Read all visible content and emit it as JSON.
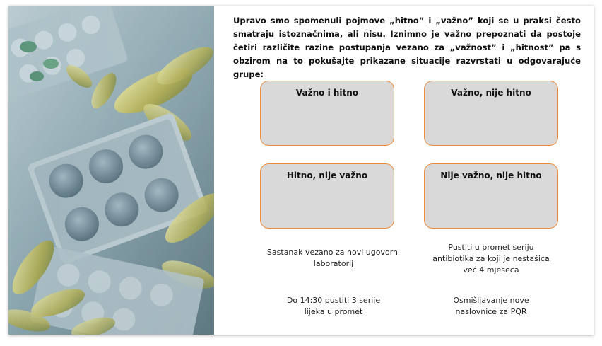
{
  "intro_text": "Upravo smo spomenuli pojmove „hitno” i „v ažno” koji se u praksi često smatraju istoznačnima, ali nisu. Iznimno je važno prepoznati da postoje četiri različite razine postupanja vezano za „važnost” i „hitnost” pa s obzirom na to pokušajte prikazane situacije razvrstati u odgovarajuće grupe:",
  "categories": {
    "important_urgent": "Važno i hitno",
    "important_not_urgent": "Važno, nije hitno",
    "urgent_not_important": "Hitno, nije važno",
    "not_important_not_urgent": "Nije važno, nije hitno"
  },
  "items": {
    "item1": "Sastanak vezano za novi ugovorni laboratorij",
    "item2": "Pustiti u promet seriju antibiotika za koji je nestašica već 4 mjeseca",
    "item3": "Do 14:30 pustiti 3 serije lijeka u promet",
    "item4": "Osmišljavanje nove naslovnice za PQR"
  },
  "colors": {
    "box_fill": "#d9d9d9",
    "box_border": "#ed8b3c",
    "photo_tint": "#6f8f9c"
  },
  "image": "pharmaceutical-pills-photo"
}
